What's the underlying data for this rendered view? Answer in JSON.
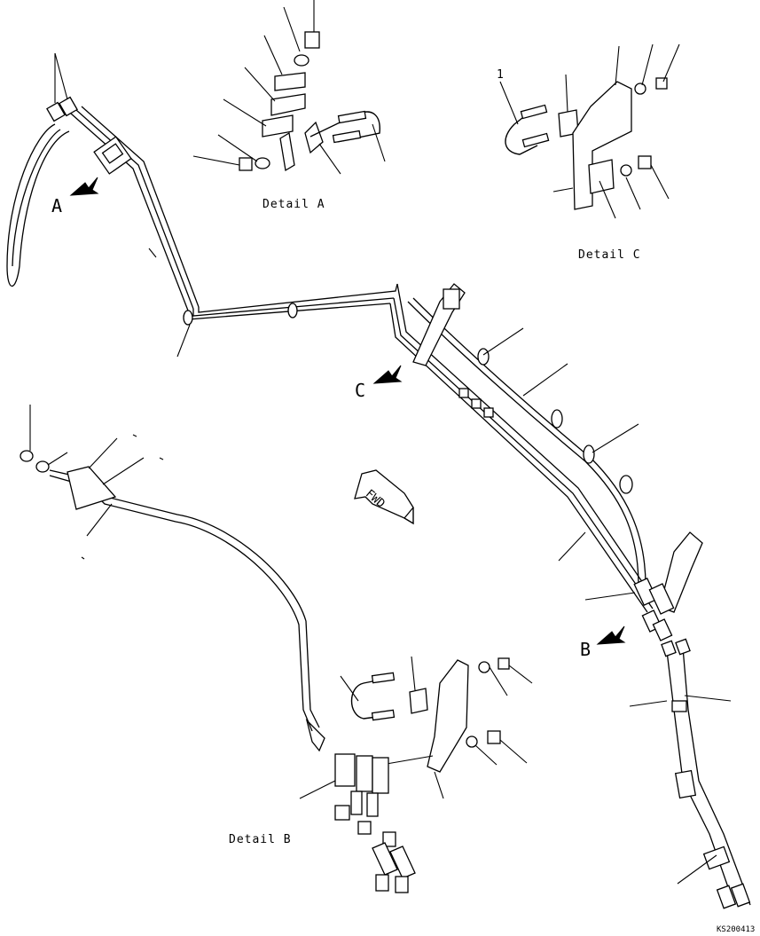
{
  "detail_labels": {
    "a": "Detail A",
    "b": "Detail B",
    "c": "Detail C"
  },
  "view_markers": {
    "a": "A",
    "b": "B",
    "c": "C"
  },
  "part_number": "1",
  "fwd_label": "FWD",
  "drawing_code": "KS200413",
  "icons": [
    "view-arrow-icon",
    "fwd-direction-icon"
  ]
}
